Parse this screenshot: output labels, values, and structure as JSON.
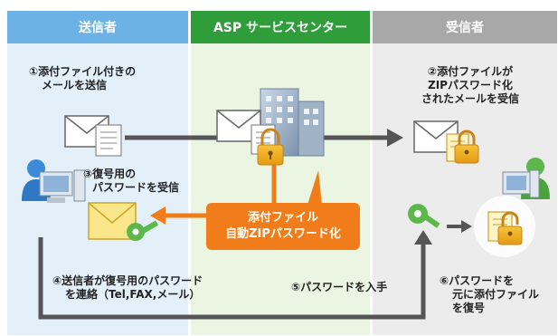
{
  "columns": {
    "sender": "送信者",
    "asp": "ASP サービスセンター",
    "receiver": "受信者"
  },
  "steps": {
    "step1_line1": "①添付ファイル付きの",
    "step1_line2": "メールを送信",
    "step2_line1": "②添付ファイルが",
    "step2_line2": "ZIPパスワード化",
    "step2_line3": "されたメールを受信",
    "step3_line1": "③復号用の",
    "step3_line2": "パスワードを受信",
    "step4_line1": "④送信者が復号用のパスワード",
    "step4_line2": "を連絡（Tel,FAX,メール）",
    "step5": "⑤パスワードを入手",
    "step6_line1": "⑥パスワードを",
    "step6_line2": "元に添付ファイル",
    "step6_line3": "を復号"
  },
  "callout": {
    "line1": "添付ファイル",
    "line2": "自動ZIPパスワード化"
  },
  "colors": {
    "sender_header": "#6db2e4",
    "asp_header": "#2f9e3a",
    "receiver_header": "#a8a8a8",
    "orange": "#f07d19",
    "gray_arrow": "#555555"
  },
  "icons": [
    "envelope-icon",
    "document-icon",
    "building-icon",
    "padlock-icon",
    "user-icon",
    "computer-icon",
    "key-icon",
    "arrow-icon"
  ]
}
